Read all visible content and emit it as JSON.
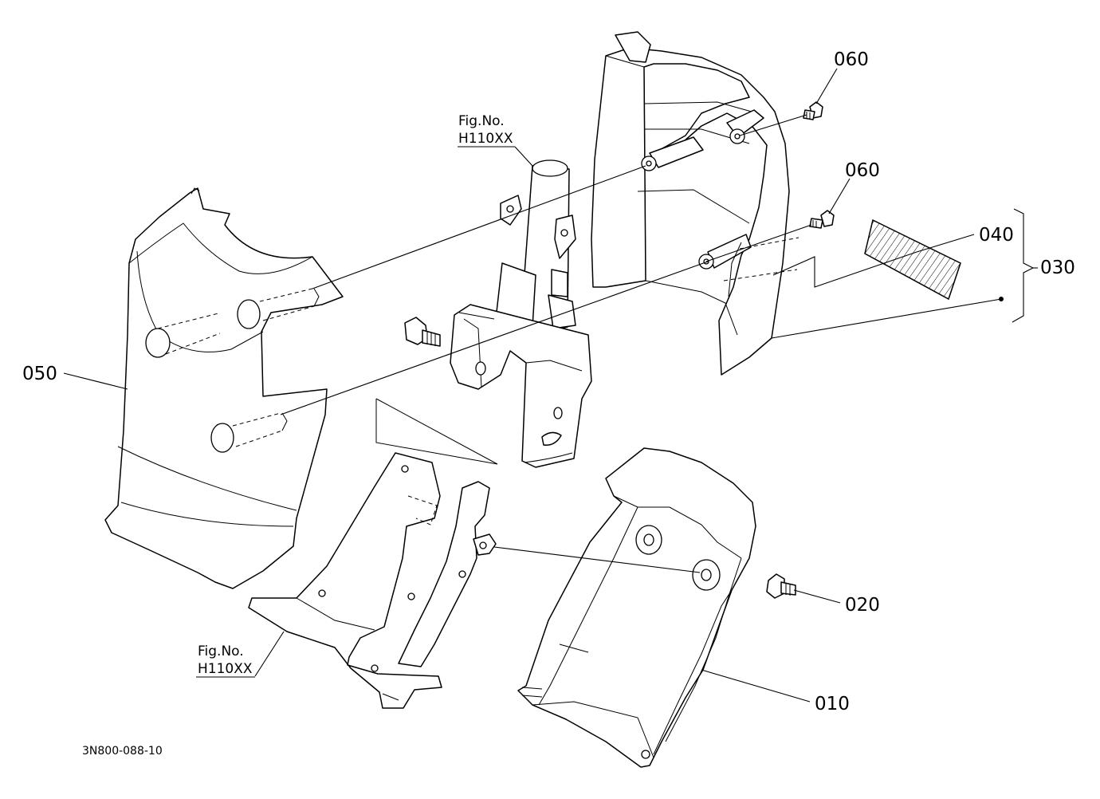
{
  "parts": [
    {
      "id": "callout-010",
      "label": "010"
    },
    {
      "id": "callout-020",
      "label": "020"
    },
    {
      "id": "callout-030",
      "label": "030"
    },
    {
      "id": "callout-040",
      "label": "040"
    },
    {
      "id": "callout-050",
      "label": "050"
    },
    {
      "id": "callout-060-upper",
      "label": "060"
    },
    {
      "id": "callout-060-lower",
      "label": "060"
    }
  ],
  "references": [
    {
      "line1": "Fig.No.",
      "line2": "H110XX"
    },
    {
      "line1": "Fig.No.",
      "line2": "H110XX"
    }
  ],
  "drawing_code": "3N800-088-10"
}
